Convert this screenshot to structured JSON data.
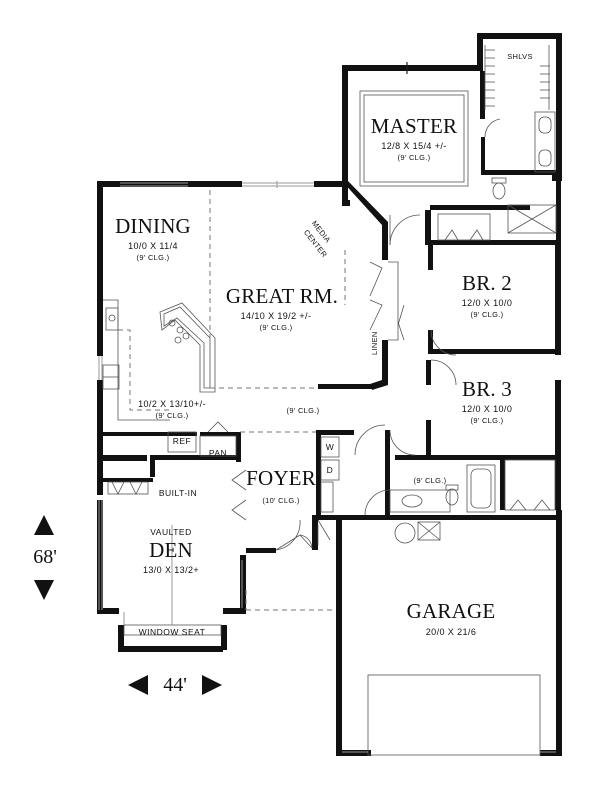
{
  "rooms": {
    "master": {
      "name": "MASTER",
      "size": "12/8 X 15/4 +/-",
      "ceiling": "(9' CLG.)"
    },
    "shelves": "SHLVS",
    "dining": {
      "name": "DINING",
      "size": "10/0 X 11/4",
      "ceiling": "(9' CLG.)"
    },
    "media_center": [
      "MEDIA",
      "CENTER"
    ],
    "great_room": {
      "name": "GREAT RM.",
      "size": "14/10 X 19/2 +/-",
      "ceiling": "(9' CLG.)"
    },
    "linen": "LINEN",
    "br2": {
      "name": "BR. 2",
      "size": "12/0 X 10/0",
      "ceiling": "(9' CLG.)"
    },
    "br3": {
      "name": "BR. 3",
      "size": "12/0 X 10/0",
      "ceiling": "(9' CLG.)"
    },
    "kitchen": {
      "size": "10/2 X 13/10+/-",
      "ceiling": "(9' CLG.)"
    },
    "hall_ceiling": "(9' CLG.)",
    "ref": "REF",
    "pantry": "PAN",
    "washer_dryer": [
      "W",
      "D"
    ],
    "bath_ceiling": "(9' CLG.)",
    "built_in": "BUILT-IN",
    "foyer": {
      "name": "FOYER",
      "ceiling": "(10' CLG.)"
    },
    "den": {
      "note": "VAULTED",
      "name": "DEN",
      "size": "13/0 X 13/2+"
    },
    "window_seat": "WINDOW SEAT",
    "garage": {
      "name": "GARAGE",
      "size": "20/0 X 21/6"
    }
  },
  "dimensions": {
    "depth": "68'",
    "width": "44'"
  }
}
